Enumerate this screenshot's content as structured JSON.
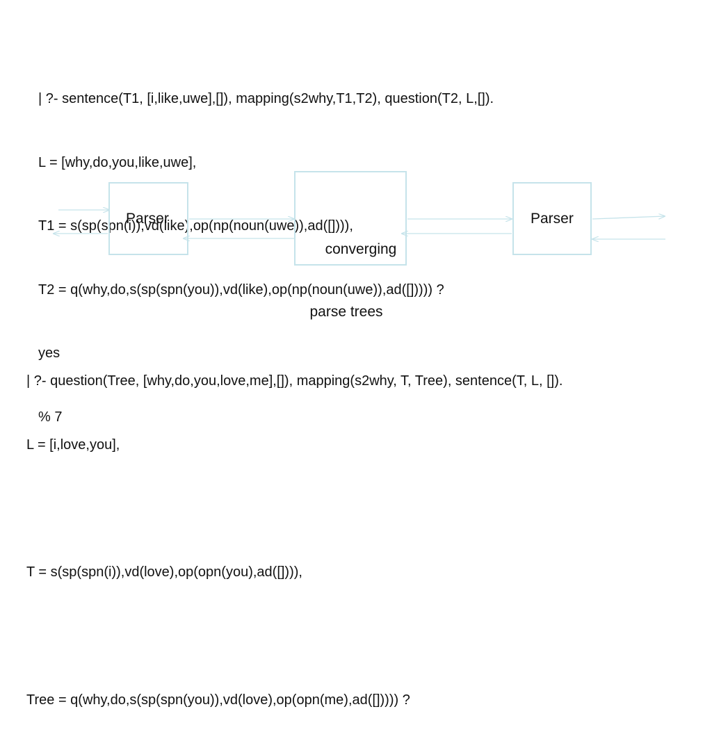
{
  "top_query": {
    "lines": [
      "| ?- sentence(T1, [i,like,uwe],[]), mapping(s2why,T1,T2), question(T2, L,[]).",
      "L = [why,do,you,like,uwe],",
      "T1 = s(sp(spn(i)),vd(like),op(np(noun(uwe)),ad([]))),",
      "T2 = q(why,do,s(sp(spn(you)),vd(like),op(np(noun(uwe)),ad([])))) ?",
      "yes",
      "% 7"
    ]
  },
  "diagram": {
    "left_box_label": "Parser",
    "center_box_label_line1": "converging",
    "center_box_label_line2": "parse trees",
    "right_box_label": "Parser",
    "line_color": "#c5e3ea"
  },
  "bottom_query": {
    "line1": "| ?- question(Tree, [why,do,you,love,me],[]), mapping(s2why, T, Tree), sentence(T, L, []).",
    "line2": "L = [i,love,you],",
    "line3": "T = s(sp(spn(i)),vd(love),op(opn(you),ad([]))),",
    "line4": "Tree = q(why,do,s(sp(spn(you)),vd(love),op(opn(me),ad([])))) ?"
  }
}
